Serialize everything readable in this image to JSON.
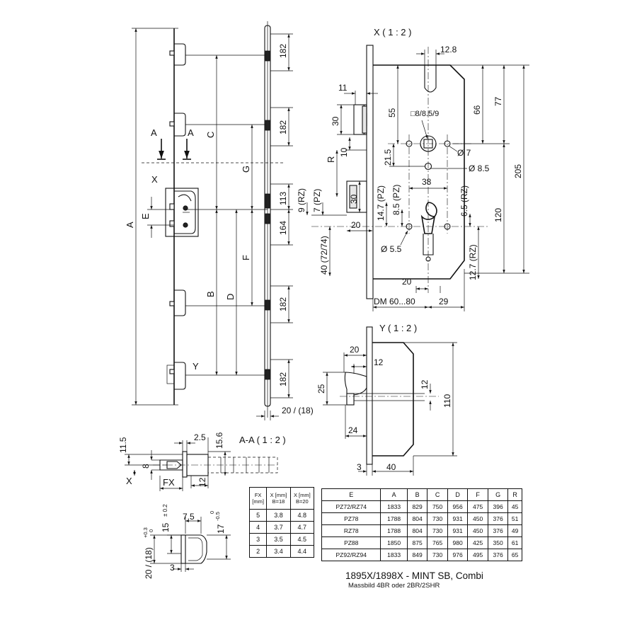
{
  "labels": {
    "view_x": "X ( 1 : 2 )",
    "view_y": "Y ( 1 : 2 )",
    "view_aa": "A-A ( 1 : 2 )",
    "A": "A",
    "B": "B",
    "C": "C",
    "D": "D",
    "E": "E",
    "F": "F",
    "G": "G",
    "R": "R",
    "X": "X",
    "Y": "Y",
    "FX": "FX",
    "section_arrow": "A"
  },
  "dims_main": {
    "d182": "182",
    "d113": "113",
    "d164": "164",
    "d20_18": "20 / (18)"
  },
  "dims_x": {
    "d12_8": "12.8",
    "d11": "11",
    "d30a": "30",
    "d10": "10",
    "d55": "55",
    "square": "□8/8.5/9",
    "d66": "66",
    "d77": "77",
    "d21_5": "21.5",
    "phi7": "Ø 7",
    "phi8_5": "Ø 8.5",
    "d38": "38",
    "d205": "205",
    "d9rz": "9 (RZ)",
    "d7pz": "7 (PZ)",
    "d30b": "30",
    "d14_7pz": "14.7 (PZ)",
    "d8_5pz": "8.5 (PZ)",
    "d6_5rz": "6.5 (RZ)",
    "d120": "120",
    "d20a": "20",
    "d40_72_74": "40 (72/74)",
    "phi5_5": "Ø 5.5",
    "d12_7rz": "12.7 (RZ)",
    "d20b": "20",
    "dm": "DM 60...80",
    "d29": "29"
  },
  "dims_y": {
    "d20": "20",
    "d12a": "12",
    "d25": "25",
    "d12b": "12",
    "d110": "110",
    "d24": "24",
    "d3": "3",
    "d40": "40"
  },
  "dims_aa": {
    "d11_5": "11.5",
    "d2_5": "2.5",
    "d15_6": "15.6",
    "d8": "8",
    "d12": "12"
  },
  "dims_detail": {
    "d7_5": "7.5",
    "d15": "15",
    "tol15": "± 0.2",
    "d17": "17",
    "tol17_up": "0",
    "tol17_dn": "-0.5",
    "d20_18": "20 / (18)",
    "tol20_up": "+0.3",
    "tol20_dn": "0",
    "d3": "3"
  },
  "fx_table": {
    "headers": [
      "FX [mm]",
      "X [mm] B=18",
      "X [mm] B=20"
    ],
    "rows": [
      [
        "5",
        "3.8",
        "4.8"
      ],
      [
        "4",
        "3.7",
        "4.7"
      ],
      [
        "3",
        "3.5",
        "4.5"
      ],
      [
        "2",
        "3.4",
        "4.4"
      ]
    ]
  },
  "dim_table": {
    "headers": [
      "E",
      "A",
      "B",
      "C",
      "D",
      "F",
      "G",
      "R"
    ],
    "rows": [
      [
        "PZ72/RZ74",
        "1833",
        "829",
        "750",
        "956",
        "475",
        "396",
        "45"
      ],
      [
        "PZ78",
        "1788",
        "804",
        "730",
        "931",
        "450",
        "376",
        "51"
      ],
      [
        "RZ78",
        "1788",
        "804",
        "730",
        "931",
        "450",
        "376",
        "49"
      ],
      [
        "PZ88",
        "1850",
        "875",
        "765",
        "980",
        "425",
        "350",
        "61"
      ],
      [
        "PZ92/RZ94",
        "1833",
        "849",
        "730",
        "976",
        "495",
        "376",
        "65"
      ]
    ]
  },
  "caption": {
    "title": "1895X/1898X - MINT SB, Combi",
    "subtitle": "Massbild 4BR oder 2BR/2SHR"
  }
}
